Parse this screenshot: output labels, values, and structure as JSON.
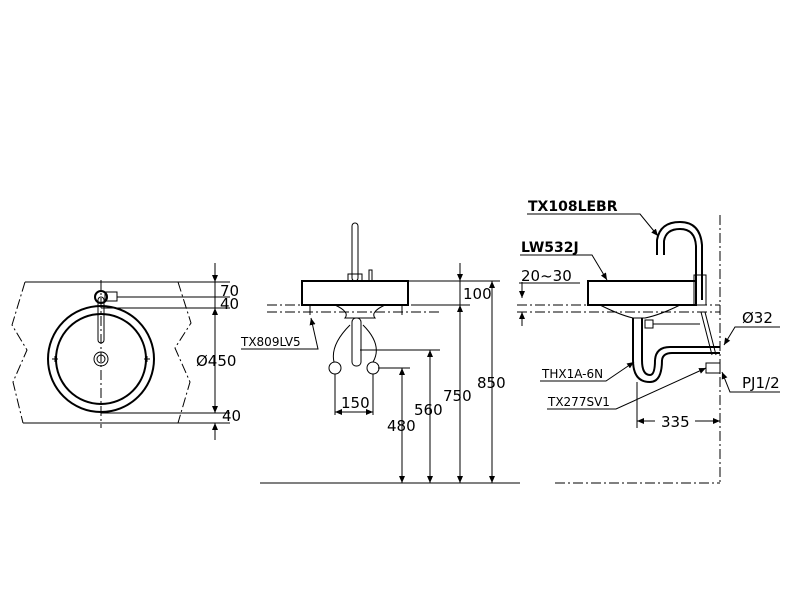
{
  "top_view": {
    "dims": {
      "d70": "70",
      "d40_top": "40",
      "diameter": "Ø450",
      "d40_bottom": "40"
    }
  },
  "front_view": {
    "dims": {
      "d100": "100",
      "d750": "750",
      "d850": "850",
      "d560": "560",
      "d480": "480",
      "d150": "150"
    },
    "labels": {
      "valve": "TX809LV5"
    }
  },
  "side_view": {
    "labels": {
      "faucet": "TX108LEBR",
      "basin": "LW532J",
      "trap": "THX1A-6N",
      "stop_valve": "TX277SV1",
      "pipe_dia": "Ø32",
      "thread": "PJ1/2"
    },
    "dims": {
      "counter": "20~30",
      "d335": "335"
    }
  }
}
